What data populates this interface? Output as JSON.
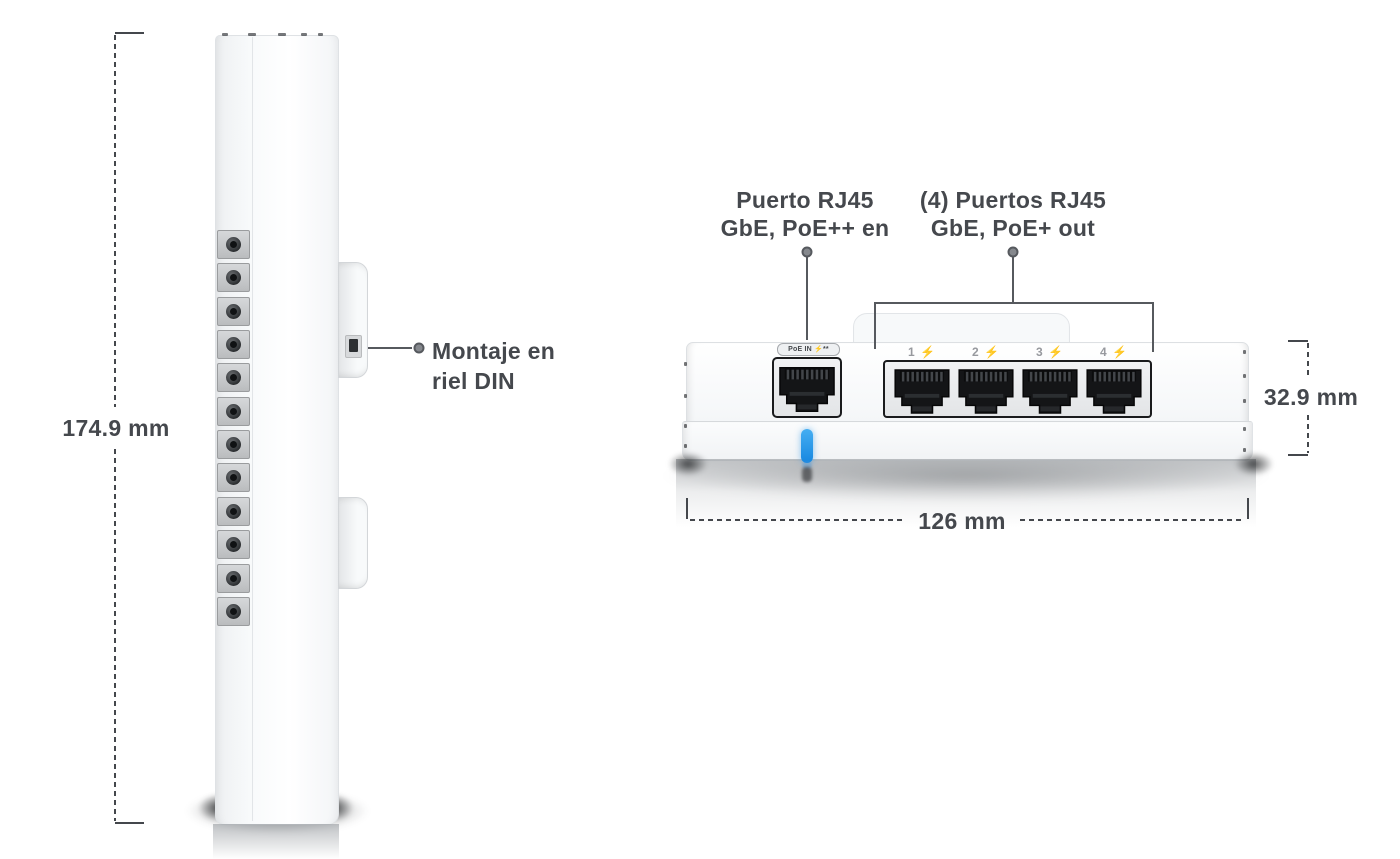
{
  "side_view": {
    "height_dimension": "174.9 mm",
    "din_rail_callout": {
      "line1": "Montaje en",
      "line2": "riel DIN"
    },
    "screw_count": 12
  },
  "front_view": {
    "poe_in_callout": {
      "line1": "Puerto RJ45",
      "line2": "GbE, PoE++ en"
    },
    "poe_out_callout": {
      "line1": "(4) Puertos RJ45",
      "line2": "GbE, PoE+ out"
    },
    "poe_in_badge": "PoE IN ⚡**",
    "port_labels": [
      "1 ⚡",
      "2 ⚡",
      "3 ⚡",
      "4 ⚡"
    ],
    "width_dimension": "126 mm",
    "depth_dimension": "32.9 mm"
  },
  "colors": {
    "led_blue": "#1e96ec",
    "text_dark": "#45484d",
    "text_light": "#97999e",
    "dimension_line": "#44474c"
  }
}
